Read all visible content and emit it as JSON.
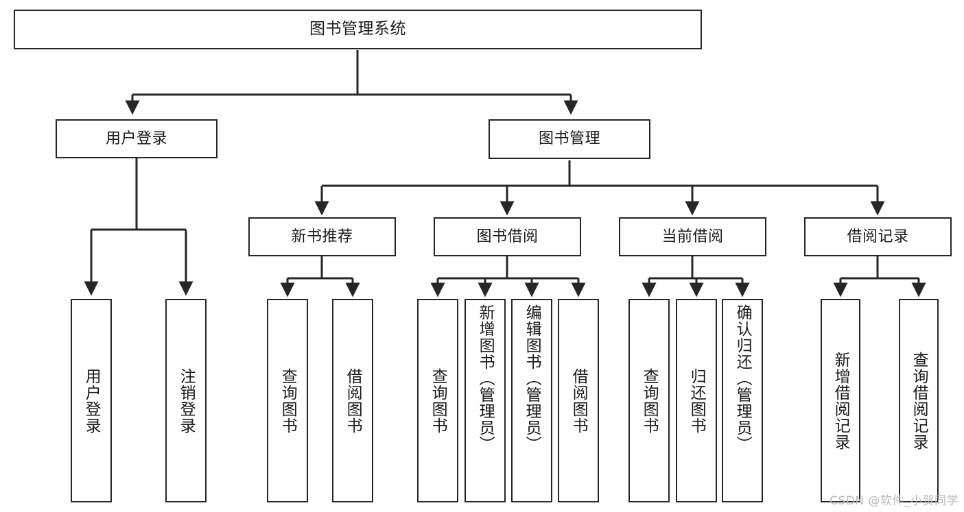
{
  "diagram": {
    "title": "图书管理系统",
    "type": "tree-hierarchy",
    "watermark": "CSDN @软件_小贺同学",
    "colors": {
      "stroke": "#262626",
      "fill": "#ffffff",
      "text": "#1a1a1a",
      "watermark": "#b9b9b9"
    }
  },
  "nodes": {
    "root": {
      "label": "图书管理系统"
    },
    "level1": [
      {
        "id": "user-login",
        "label": "用户登录"
      },
      {
        "id": "book-manage",
        "label": "图书管理"
      }
    ],
    "level2": [
      {
        "id": "new-book-recommend",
        "label": "新书推荐"
      },
      {
        "id": "book-borrow",
        "label": "图书借阅"
      },
      {
        "id": "current-borrow",
        "label": "当前借阅"
      },
      {
        "id": "borrow-record",
        "label": "借阅记录"
      }
    ],
    "leaves": {
      "user_login": [
        {
          "id": "leaf-user-login",
          "label": "用户登录"
        },
        {
          "id": "leaf-logout-login",
          "label": "注销登录"
        }
      ],
      "new_book_recommend": [
        {
          "id": "leaf-query-book-1",
          "label": "查询图书"
        },
        {
          "id": "leaf-borrow-book-1",
          "label": "借阅图书"
        }
      ],
      "book_borrow": [
        {
          "id": "leaf-query-book-2",
          "label": "查询图书"
        },
        {
          "id": "leaf-add-book",
          "label": "新增图书（管理员）"
        },
        {
          "id": "leaf-edit-book",
          "label": "编辑图书（管理员）"
        },
        {
          "id": "leaf-borrow-book-2",
          "label": "借阅图书"
        }
      ],
      "current_borrow": [
        {
          "id": "leaf-query-book-3",
          "label": "查询图书"
        },
        {
          "id": "leaf-return-book",
          "label": "归还图书"
        },
        {
          "id": "leaf-confirm-return",
          "label": "确认归还（管理员）"
        }
      ],
      "borrow_record": [
        {
          "id": "leaf-add-record",
          "label": "新增借阅记录"
        },
        {
          "id": "leaf-query-record",
          "label": "查询借阅记录"
        }
      ]
    }
  }
}
